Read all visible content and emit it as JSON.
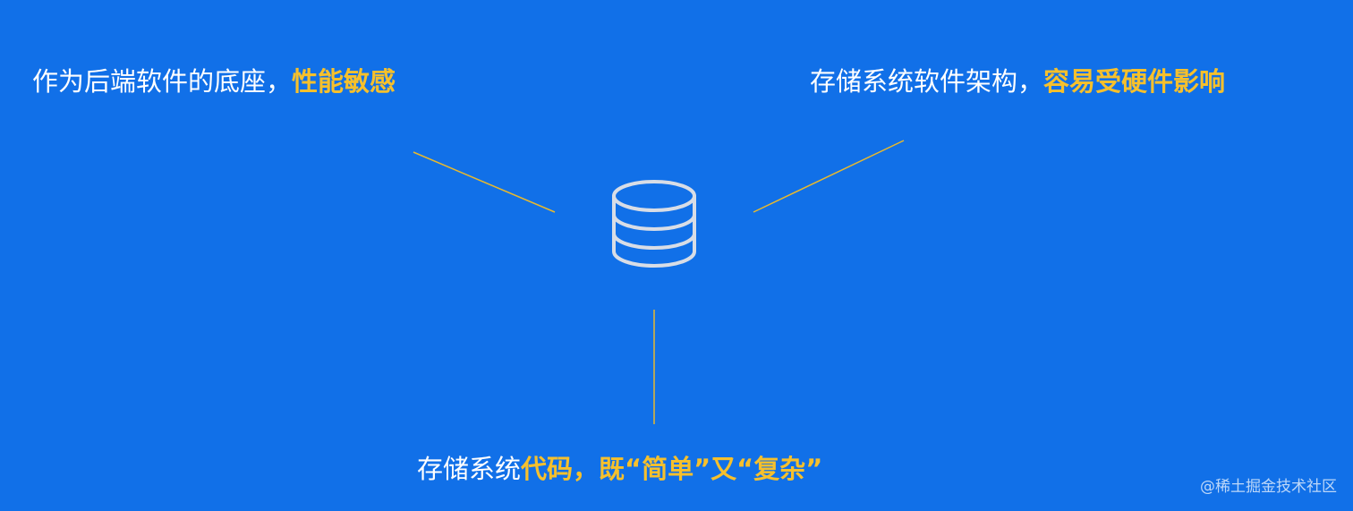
{
  "statements": {
    "left": {
      "plain": "作为后端软件的底座，",
      "highlight": "性能敏感"
    },
    "right": {
      "plain": "存储系统软件架构，",
      "highlight": "容易受硬件影响"
    },
    "bottom": {
      "plain": "存储系统",
      "highlight": "代码，既“简单”又“复杂”"
    }
  },
  "center_icon": "database-icon",
  "watermark": "@稀土掘金技术社区",
  "colors": {
    "background": "#1170e8",
    "text": "#ffffff",
    "highlight": "#f6c02c",
    "connector": "#e9b92d",
    "icon_stroke": "#d8dde6"
  }
}
